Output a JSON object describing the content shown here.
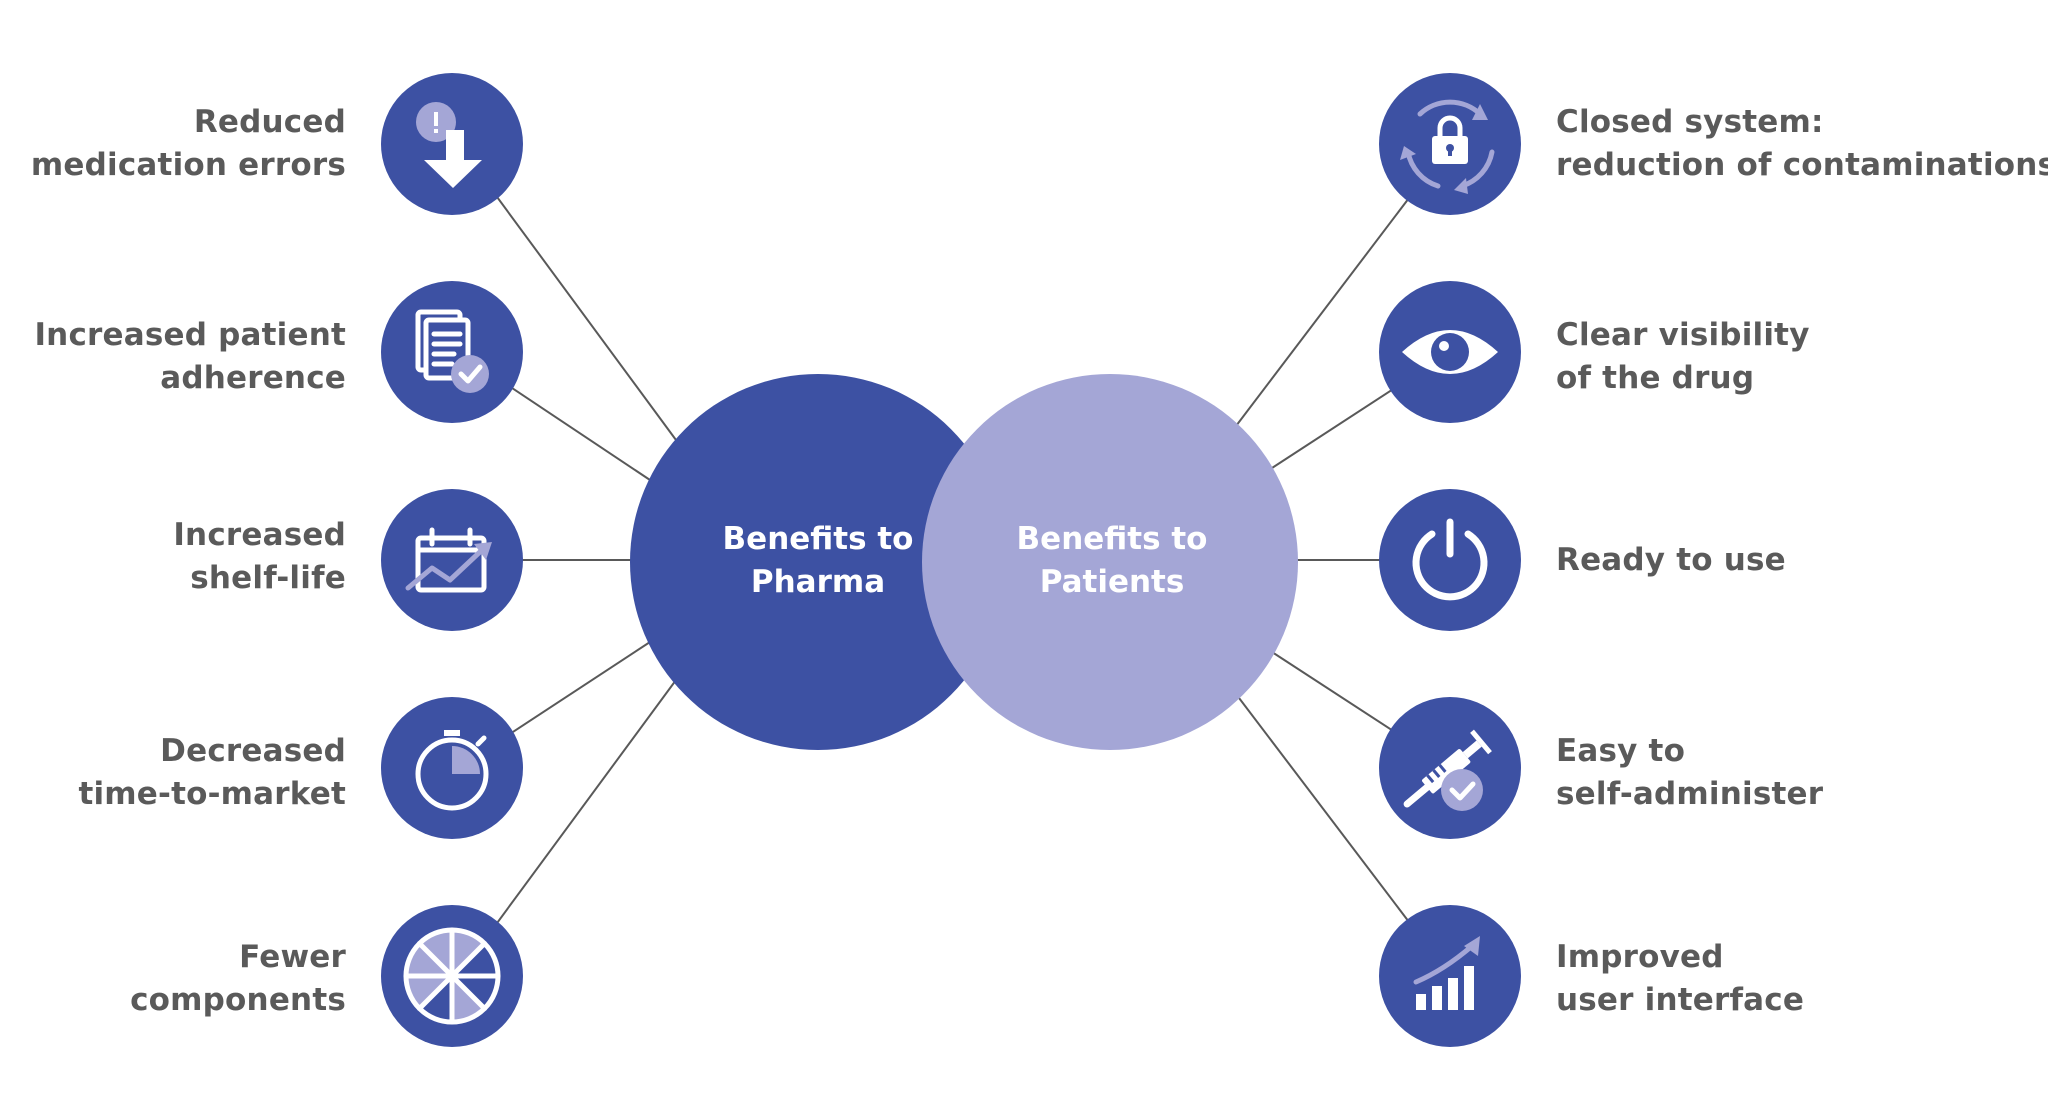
{
  "colors": {
    "primary": "#3d51a3",
    "secondary": "#a4a6d6",
    "line": "#595959",
    "text": "#5a5a5a",
    "white": "#ffffff"
  },
  "hubs": {
    "pharma": {
      "line1": "Benefits to",
      "line2": "Pharma"
    },
    "patients": {
      "line1": "Benefits to",
      "line2": "Patients"
    }
  },
  "pharma_benefits": [
    {
      "icon": "warning-download-icon",
      "line1": "Reduced",
      "line2": "medication errors"
    },
    {
      "icon": "documents-check-icon",
      "line1": "Increased patient",
      "line2": "adherence"
    },
    {
      "icon": "calendar-chart-icon",
      "line1": "Increased",
      "line2": "shelf-life"
    },
    {
      "icon": "stopwatch-icon",
      "line1": "Decreased",
      "line2": "time-to-market"
    },
    {
      "icon": "pie-chart-icon",
      "line1": "Fewer",
      "line2": "components"
    }
  ],
  "patient_benefits": [
    {
      "icon": "lock-cycle-icon",
      "line1": "Closed system:",
      "line2": "reduction of contaminations"
    },
    {
      "icon": "eye-icon",
      "line1": "Clear visibility",
      "line2": "of the drug"
    },
    {
      "icon": "power-icon",
      "line1": "Ready to use",
      "line2": ""
    },
    {
      "icon": "syringe-check-icon",
      "line1": "Easy to",
      "line2": "self-administer"
    },
    {
      "icon": "growth-bars-icon",
      "line1": "Improved",
      "line2": "user interface"
    }
  ]
}
